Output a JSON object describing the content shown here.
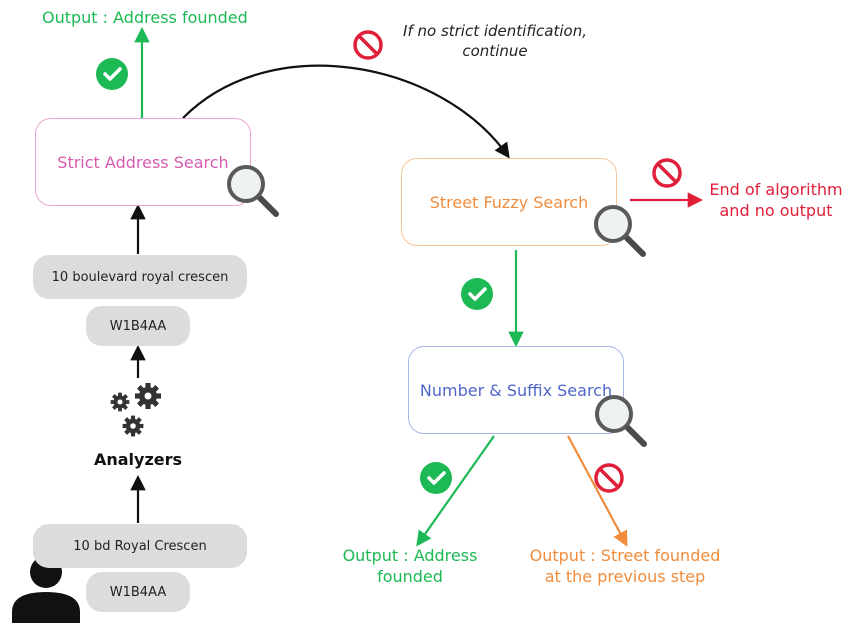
{
  "colors": {
    "green": "#1db954",
    "red": "#e0203a",
    "pink": "#d85bb0",
    "orange": "#f08c3c",
    "blue": "#4f66c9",
    "black": "#111111"
  },
  "output_top": "Output : Address founded",
  "strict_note": [
    "If no strict identification,",
    "continue"
  ],
  "strict_box": "Strict Address Search",
  "fuzzy_box": "Street Fuzzy Search",
  "end_label": [
    "End of algorithm",
    "and no output"
  ],
  "number_box": "Number & Suffix Search",
  "pill_address": "10 boulevard royal crescen",
  "pill_postcode": "W1B4AA",
  "analyzers": "Analyzers",
  "input_address": "10 bd Royal Crescen",
  "input_postcode": "W1B4AA",
  "out_address": [
    "Output : Address",
    "founded"
  ],
  "out_street": [
    "Output : Street founded",
    "at the  previous step"
  ],
  "icons": [
    "check-icon",
    "no-entry-icon",
    "magnifier-icon",
    "gears-icon",
    "user-icon"
  ]
}
